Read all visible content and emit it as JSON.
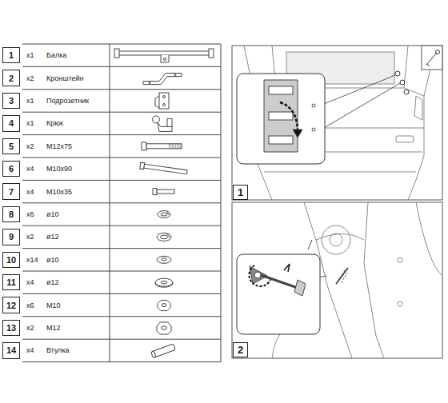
{
  "diagram": {
    "labels": [
      "1",
      "x1",
      "Балка",
      "2",
      "x2",
      "Кронштейн",
      "3",
      "x1",
      "Подрозетник",
      "4",
      "x1",
      "Крюк",
      "5",
      "x2",
      "M12x75",
      "6",
      "x4",
      "M10x90",
      "7",
      "x4",
      "M10x35",
      "8",
      "x6",
      "ø10",
      "9",
      "x2",
      "ø12",
      "10",
      "x14",
      "ø10",
      "11",
      "x4",
      "ø12",
      "12",
      "x6",
      "M10",
      "13",
      "x2",
      "M12",
      "14",
      "x4",
      "Втулка",
      "1",
      "2"
    ]
  }
}
